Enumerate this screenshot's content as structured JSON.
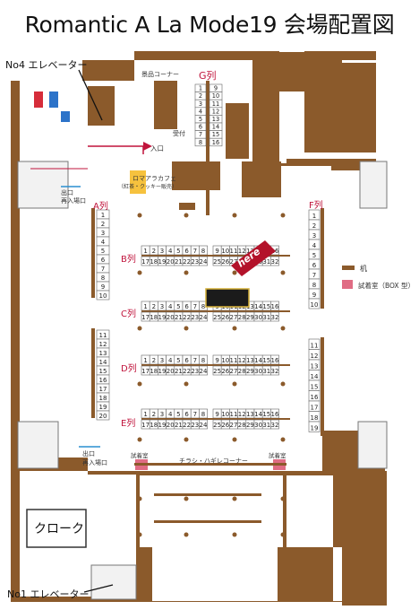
{
  "title": "Romantic A La Mode19 会場配置図",
  "labels": {
    "no4_elevator": "No4 エレベーター",
    "no1_elevator": "No1 エレベーター",
    "cloak": "クローク",
    "sales_corner": "景品コーナー",
    "g_row": "G列",
    "reception": "受付",
    "entrance": "入口",
    "cafe_line1": "ロマアラカフェ",
    "cafe_line2": "（紅茶・クッキー販売）",
    "exit_top_1": "出口",
    "exit_top_2": "再入場口",
    "exit_bottom_1": "出口",
    "exit_bottom_2": "再入場口",
    "a_row": "A列",
    "b_row": "B列",
    "c_row": "C列",
    "d_row": "D列",
    "e_row": "E列",
    "f_row": "F列",
    "fitting_left": "試着室",
    "fitting_right": "試着室",
    "flyer_corner": "チラシ・ハギレコーナー",
    "here": "here"
  },
  "legend": {
    "desk": "机",
    "fitting": "試着室（BOX 型）"
  },
  "rows": {
    "g": [
      "1",
      "2",
      "3",
      "4",
      "5",
      "6",
      "7",
      "8",
      "9",
      "10",
      "11",
      "12",
      "13",
      "14",
      "15",
      "16"
    ],
    "a_top": [
      "1",
      "2",
      "3",
      "4",
      "5",
      "6",
      "7",
      "8",
      "9",
      "10"
    ],
    "a_bottom": [
      "11",
      "12",
      "13",
      "14",
      "15",
      "16",
      "17",
      "18",
      "19",
      "20"
    ],
    "f_top": [
      "1",
      "2",
      "3",
      "4",
      "5",
      "6",
      "7",
      "8",
      "9",
      "10"
    ],
    "f_bottom": [
      "11",
      "12",
      "13",
      "14",
      "15",
      "16",
      "17",
      "18",
      "19"
    ],
    "island_top": [
      "1",
      "2",
      "3",
      "4",
      "5",
      "6",
      "7",
      "8",
      "9",
      "10",
      "11",
      "12",
      "13",
      "14",
      "15",
      "16"
    ],
    "island_bottom": [
      "17",
      "18",
      "19",
      "20",
      "21",
      "22",
      "23",
      "24",
      "25",
      "26",
      "27",
      "28",
      "29",
      "30",
      "31",
      "32"
    ]
  },
  "colors": {
    "wall": "#8b5a2b",
    "fitting": "#e06c84",
    "cafe": "#f6c23e",
    "red": "#c0143c",
    "arrow_blue": "#2a8fd0"
  }
}
